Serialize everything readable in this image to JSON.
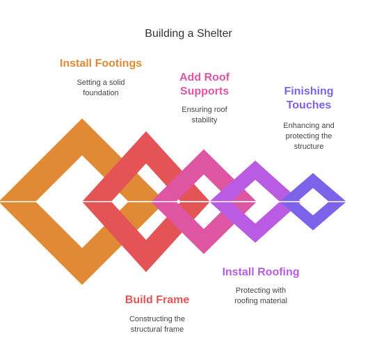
{
  "title": "Building a Shelter",
  "steps": [
    {
      "id": "footings",
      "title": "Install Footings",
      "desc": [
        "Setting a solid",
        "foundation"
      ],
      "color": "#E08A35"
    },
    {
      "id": "frame",
      "title": "Build Frame",
      "desc": [
        "Constructing the",
        "structural frame"
      ],
      "color": "#E45456"
    },
    {
      "id": "supports",
      "title": "Add Roof",
      "title2": "Supports",
      "desc": [
        "Ensuring roof",
        "stability"
      ],
      "color": "#DE56A2"
    },
    {
      "id": "roofing",
      "title": "Install Roofing",
      "desc": [
        "Protecting with",
        "roofing material"
      ],
      "color": "#BA5BE4"
    },
    {
      "id": "finishing",
      "title": "Finishing",
      "title2": "Touches",
      "desc": [
        "Enhancing and",
        "protecting the",
        "structure"
      ],
      "color": "#7D63E9"
    }
  ]
}
